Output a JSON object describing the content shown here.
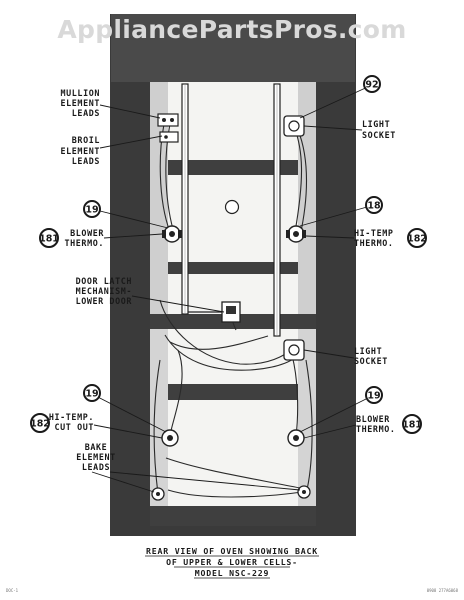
{
  "watermark": "AppliancePartsPros.com",
  "labels": {
    "mullion": [
      "MULLION",
      "ELEMENT",
      "LEADS"
    ],
    "broil": [
      "BROIL",
      "ELEMENT",
      "LEADS"
    ],
    "light_socket_top": [
      "LIGHT",
      "SOCKET"
    ],
    "blower_thermo_left": [
      "BLOWER",
      "THERMO."
    ],
    "hi_temp_thermo": [
      "HI-TEMP",
      "THERMO."
    ],
    "door_latch": [
      "DOOR LATCH",
      "MECHANISM-",
      "LOWER DOOR"
    ],
    "light_socket_bottom": [
      "LIGHT",
      "SOCKET"
    ],
    "hi_temp_cutout": [
      "HI-TEMP.",
      "CUT OUT"
    ],
    "blower_thermo_right": [
      "BLOWER",
      "THERMO."
    ],
    "bake": [
      "BAKE",
      "ELEMENT",
      "LEADS"
    ]
  },
  "callouts": {
    "c92": "92",
    "c19_left_upper": "19",
    "c18_right_upper": "18",
    "c181_left": "181",
    "c182_right": "182",
    "c19_left_lower": "19",
    "c19_right_lower": "19",
    "c182_left_lower": "182",
    "c181_right_lower": "181"
  },
  "caption": [
    "REAR VIEW OF OVEN SHOWING BACK",
    "OF UPPER & LOWER CELLS-",
    "MODEL NSC-229"
  ],
  "footer": {
    "left": "DOC-1",
    "right": "0908 277A6068"
  }
}
